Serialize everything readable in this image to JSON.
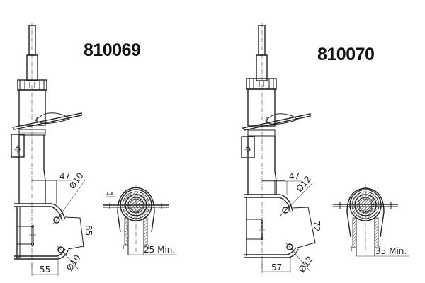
{
  "drawings": [
    {
      "part_number": "810069",
      "dimensions": {
        "upper_offset": "47",
        "upper_bolt_hole": "Ø10",
        "bolt_spacing": "85",
        "lower_bolt_hole": "Ø10",
        "lower_offset": "55",
        "min_clearance": "25 Min."
      },
      "section_label": "A-A"
    },
    {
      "part_number": "810070",
      "dimensions": {
        "upper_offset": "47",
        "upper_bolt_hole": "Ø12",
        "bolt_spacing": "72",
        "lower_bolt_hole": "Ø12",
        "lower_offset": "57",
        "min_clearance": "35 Min."
      }
    }
  ]
}
